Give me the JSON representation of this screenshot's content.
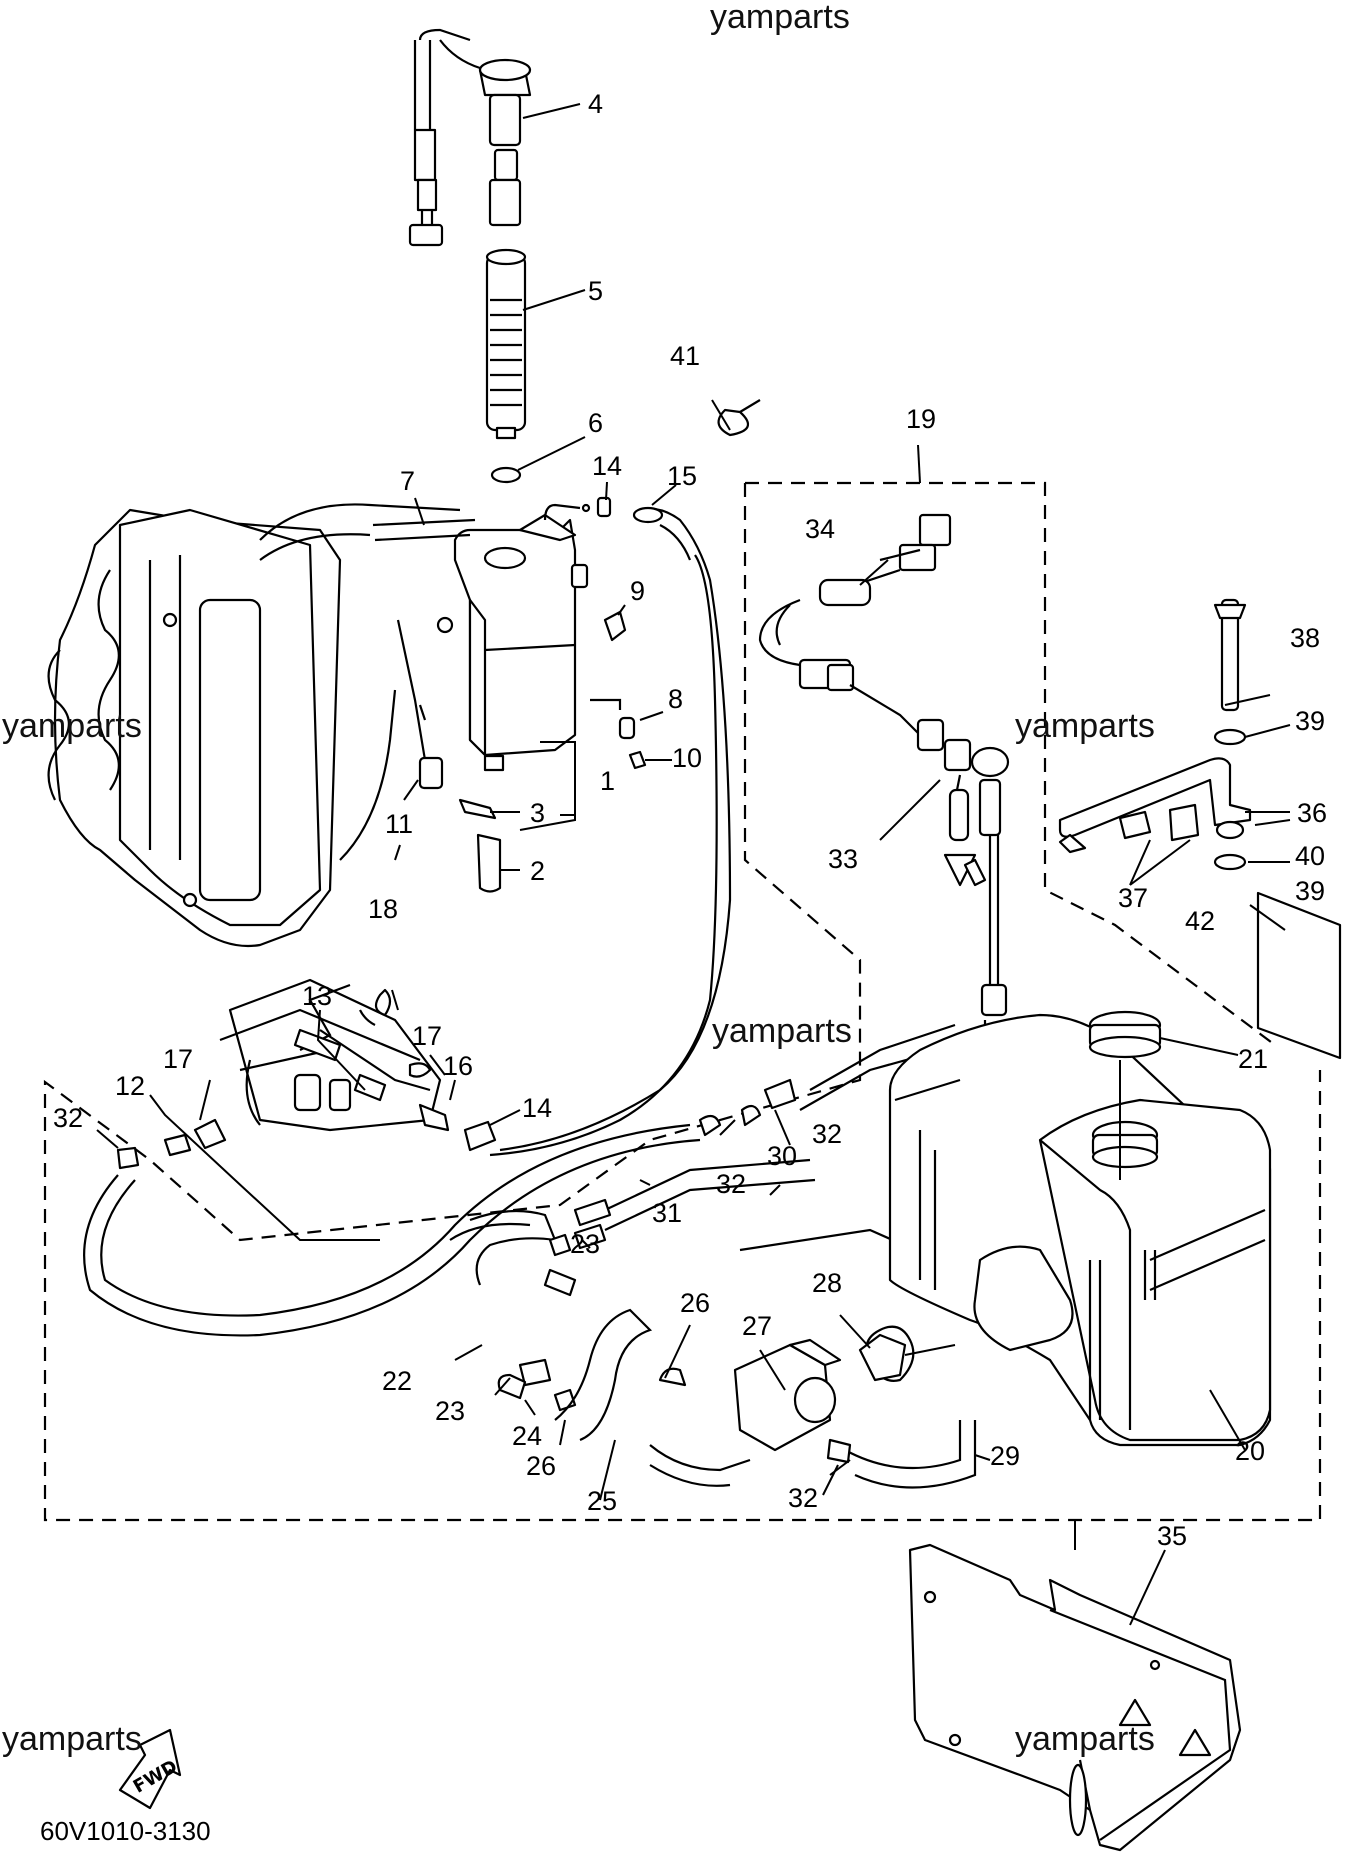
{
  "watermark": "yamparts",
  "diagram_code": "60V1010-3130",
  "fwd_arrow_text": "FWD",
  "callouts": [
    "1",
    "2",
    "3",
    "4",
    "5",
    "6",
    "7",
    "8",
    "9",
    "10",
    "11",
    "12",
    "13",
    "14",
    "14",
    "15",
    "16",
    "17",
    "17",
    "18",
    "19",
    "20",
    "21",
    "22",
    "23",
    "23",
    "24",
    "25",
    "26",
    "26",
    "27",
    "28",
    "29",
    "30",
    "31",
    "32",
    "32",
    "32",
    "32",
    "33",
    "34",
    "35",
    "36",
    "37",
    "38",
    "39",
    "39",
    "40",
    "41",
    "42"
  ]
}
